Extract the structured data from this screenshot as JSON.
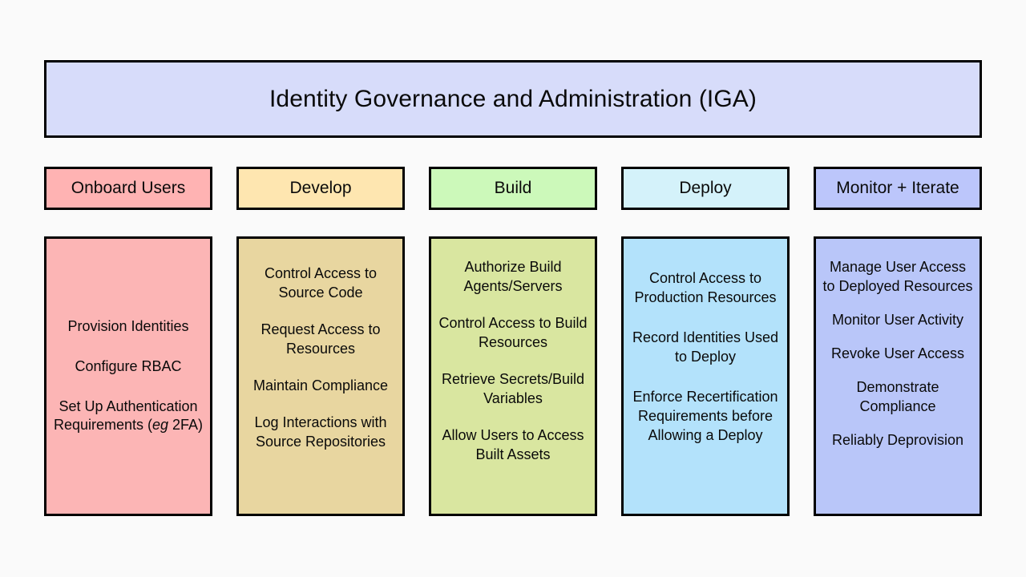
{
  "canvas": {
    "background": "#fafafa",
    "border_color": "#000000"
  },
  "banner": {
    "title": "Identity Governance and Administration (IGA)",
    "fill": "#d7dcfa"
  },
  "columns": [
    {
      "id": "onboard-users",
      "header": "Onboard Users",
      "header_fill": "#ffb3b3",
      "body_fill": "#fcb5b5",
      "items": [
        "Provision Identities",
        "Configure RBAC",
        "Set Up Authentication Requirements (eg 2FA)"
      ],
      "items_html": [
        "Provision Identities",
        "Configure RBAC",
        "Set Up Authentication Requirements (<em class=\"eg\">eg</em> 2FA)"
      ]
    },
    {
      "id": "develop",
      "header": "Develop",
      "header_fill": "#fee6b0",
      "body_fill": "#e8d6a0",
      "items": [
        "Control Access to Source Code",
        "Request Access to Resources",
        "Maintain Compliance",
        "Log Interactions with Source Repositories"
      ],
      "items_html": [
        "Control Access to Source Code",
        "Request Access to Resources",
        "Maintain Compliance",
        "Log Interactions with Source Repositories"
      ]
    },
    {
      "id": "build",
      "header": "Build",
      "header_fill": "#ccf9ba",
      "body_fill": "#d9e6a0",
      "items": [
        "Authorize Build Agents/Servers",
        "Control Access to Build Resources",
        "Retrieve Secrets/Build Variables",
        "Allow Users to Access Built Assets"
      ],
      "items_html": [
        "Authorize Build Agents/Servers",
        "Control Access to Build Resources",
        "Retrieve Secrets/Build Variables",
        "Allow Users to Access Built Assets"
      ]
    },
    {
      "id": "deploy",
      "header": "Deploy",
      "header_fill": "#d4f2fa",
      "body_fill": "#b3e2fb",
      "items": [
        "Control Access to Production Resources",
        "Record Identities Used to Deploy",
        "Enforce Recertification Requirements before Allowing a Deploy"
      ],
      "items_html": [
        "Control Access to Production Resources",
        "Record Identities Used to Deploy",
        "Enforce Recertification Requirements before Allowing a Deploy"
      ]
    },
    {
      "id": "monitor-iterate",
      "header": "Monitor + Iterate",
      "header_fill": "#bcc6fb",
      "body_fill": "#b9c6f9",
      "items": [
        "Manage User Access to Deployed Resources",
        "Monitor User Activity",
        "Revoke User Access",
        "Demonstrate Compliance",
        "Reliably Deprovision"
      ],
      "items_html": [
        "Manage User Access to Deployed Resources",
        "Monitor User Activity",
        "Revoke User Access",
        "Demonstrate Compliance",
        "Reliably Deprovision"
      ]
    }
  ]
}
